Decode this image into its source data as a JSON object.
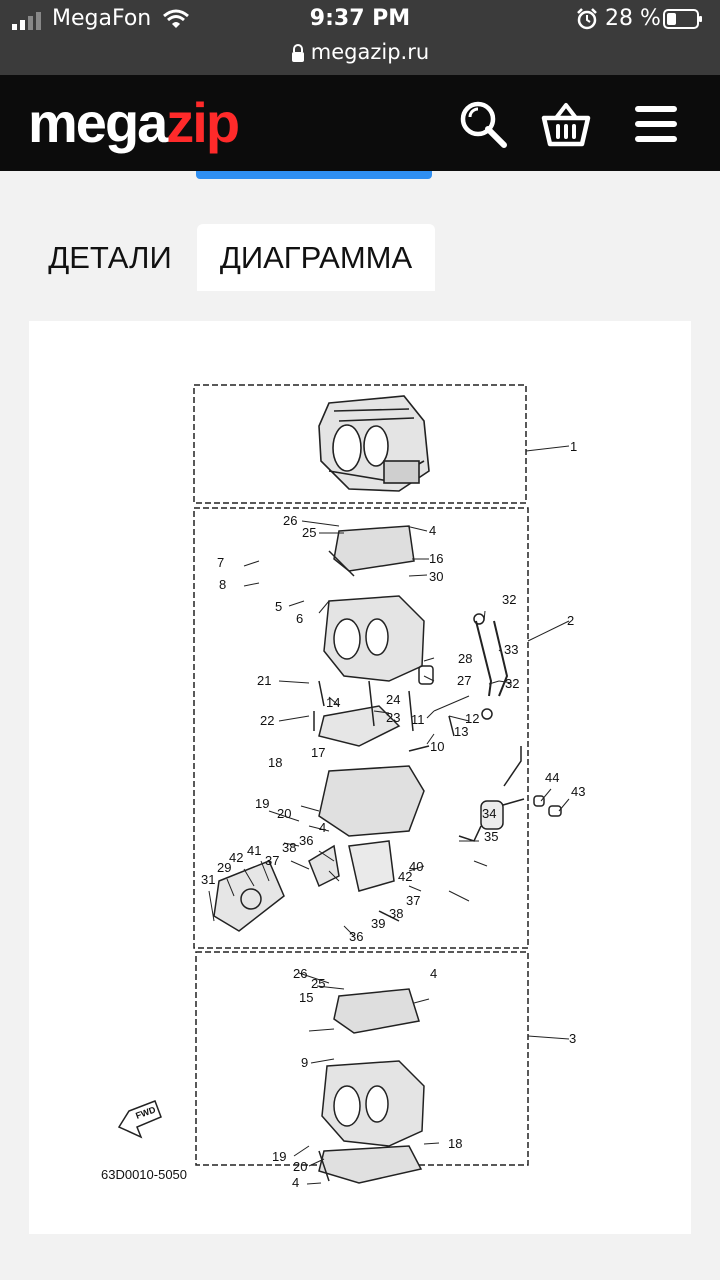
{
  "status_bar": {
    "carrier": "MegaFon",
    "time": "9:37 PM",
    "battery": "28 %",
    "url": "megazip.ru"
  },
  "header": {
    "logo_part1": "mega",
    "logo_part2": "zip",
    "accent": "#ff2a2a",
    "icons": [
      "search-icon",
      "basket-icon",
      "menu-icon"
    ]
  },
  "tabs": [
    {
      "label": "ДЕТАЛИ"
    },
    {
      "label": "ДИАГРАММА"
    }
  ],
  "diagram": {
    "code": "63D0010-5050",
    "fwd": "FWD",
    "labels": [
      "1",
      "2",
      "3",
      "4",
      "4",
      "4",
      "4",
      "5",
      "6",
      "7",
      "8",
      "9",
      "10",
      "11",
      "12",
      "13",
      "14",
      "15",
      "16",
      "17",
      "18",
      "18",
      "19",
      "19",
      "20",
      "20",
      "21",
      "22",
      "23",
      "24",
      "25",
      "25",
      "26",
      "26",
      "27",
      "28",
      "29",
      "30",
      "31",
      "32",
      "32",
      "33",
      "34",
      "35",
      "36",
      "36",
      "37",
      "37",
      "38",
      "38",
      "39",
      "40",
      "41",
      "42",
      "42",
      "43",
      "44"
    ]
  }
}
